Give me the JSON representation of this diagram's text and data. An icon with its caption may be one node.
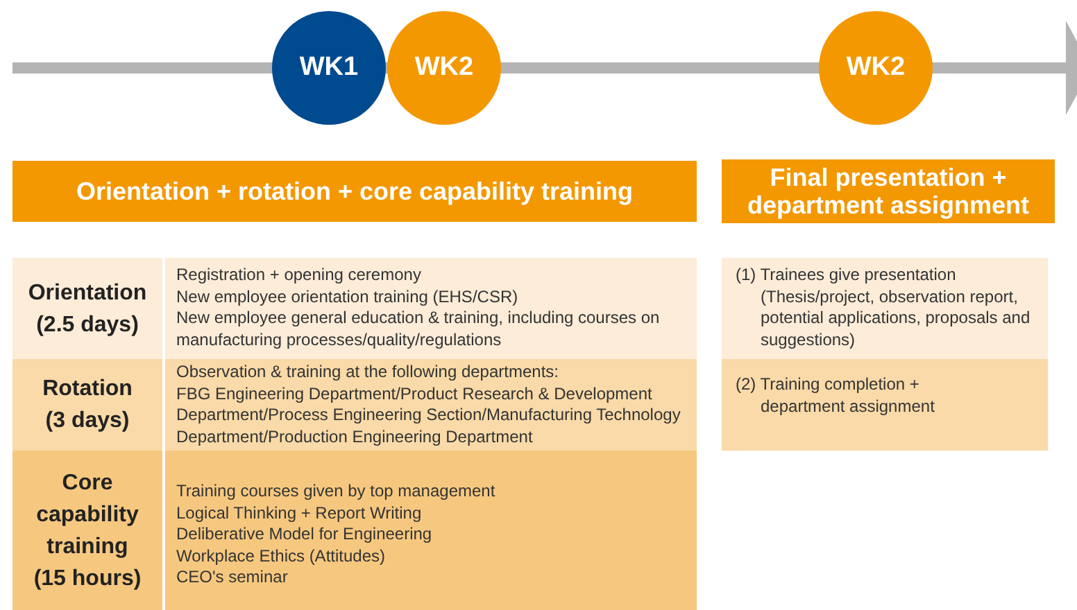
{
  "diagram": {
    "nodes": [
      {
        "text": [
          "WK1"
        ]
      },
      {
        "text": [
          "WK2"
        ]
      },
      {
        "text": [
          "WK2"
        ]
      },
      {
        "text": [
          "Orientation + rotation + core capability training"
        ]
      },
      {
        "text": [
          "Final presentation + department assignment"
        ]
      },
      {
        "text": [
          "Orientation (2.5 days)",
          "Registration + opening ceremony",
          "New employee orientation training (EHS/CSR)",
          "New employee general education & training, including courses on manufacturing processes/quality/regulations"
        ]
      },
      {
        "text": [
          "Rotation (3 days)",
          "Observation & training at the following departments:",
          "FBG Engineering Department/Product Research & Development Department/Process Engineering Section/Manufacturing Technology Department/Production Engineering Department"
        ]
      },
      {
        "text": [
          "Core capability training (15 hours)",
          "Training courses given by top management",
          "Logical Thinking + Report Writing",
          "Deliberative Model for Engineering",
          "Workplace Ethics (Attitudes)",
          "CEO's seminar"
        ]
      },
      {
        "text": [
          "(1) Trainees give presentation",
          "(Thesis/project, observation report, potential applications, proposals and suggestions)"
        ]
      },
      {
        "text": [
          "(2) Training completion + department assignment"
        ]
      }
    ]
  }
}
